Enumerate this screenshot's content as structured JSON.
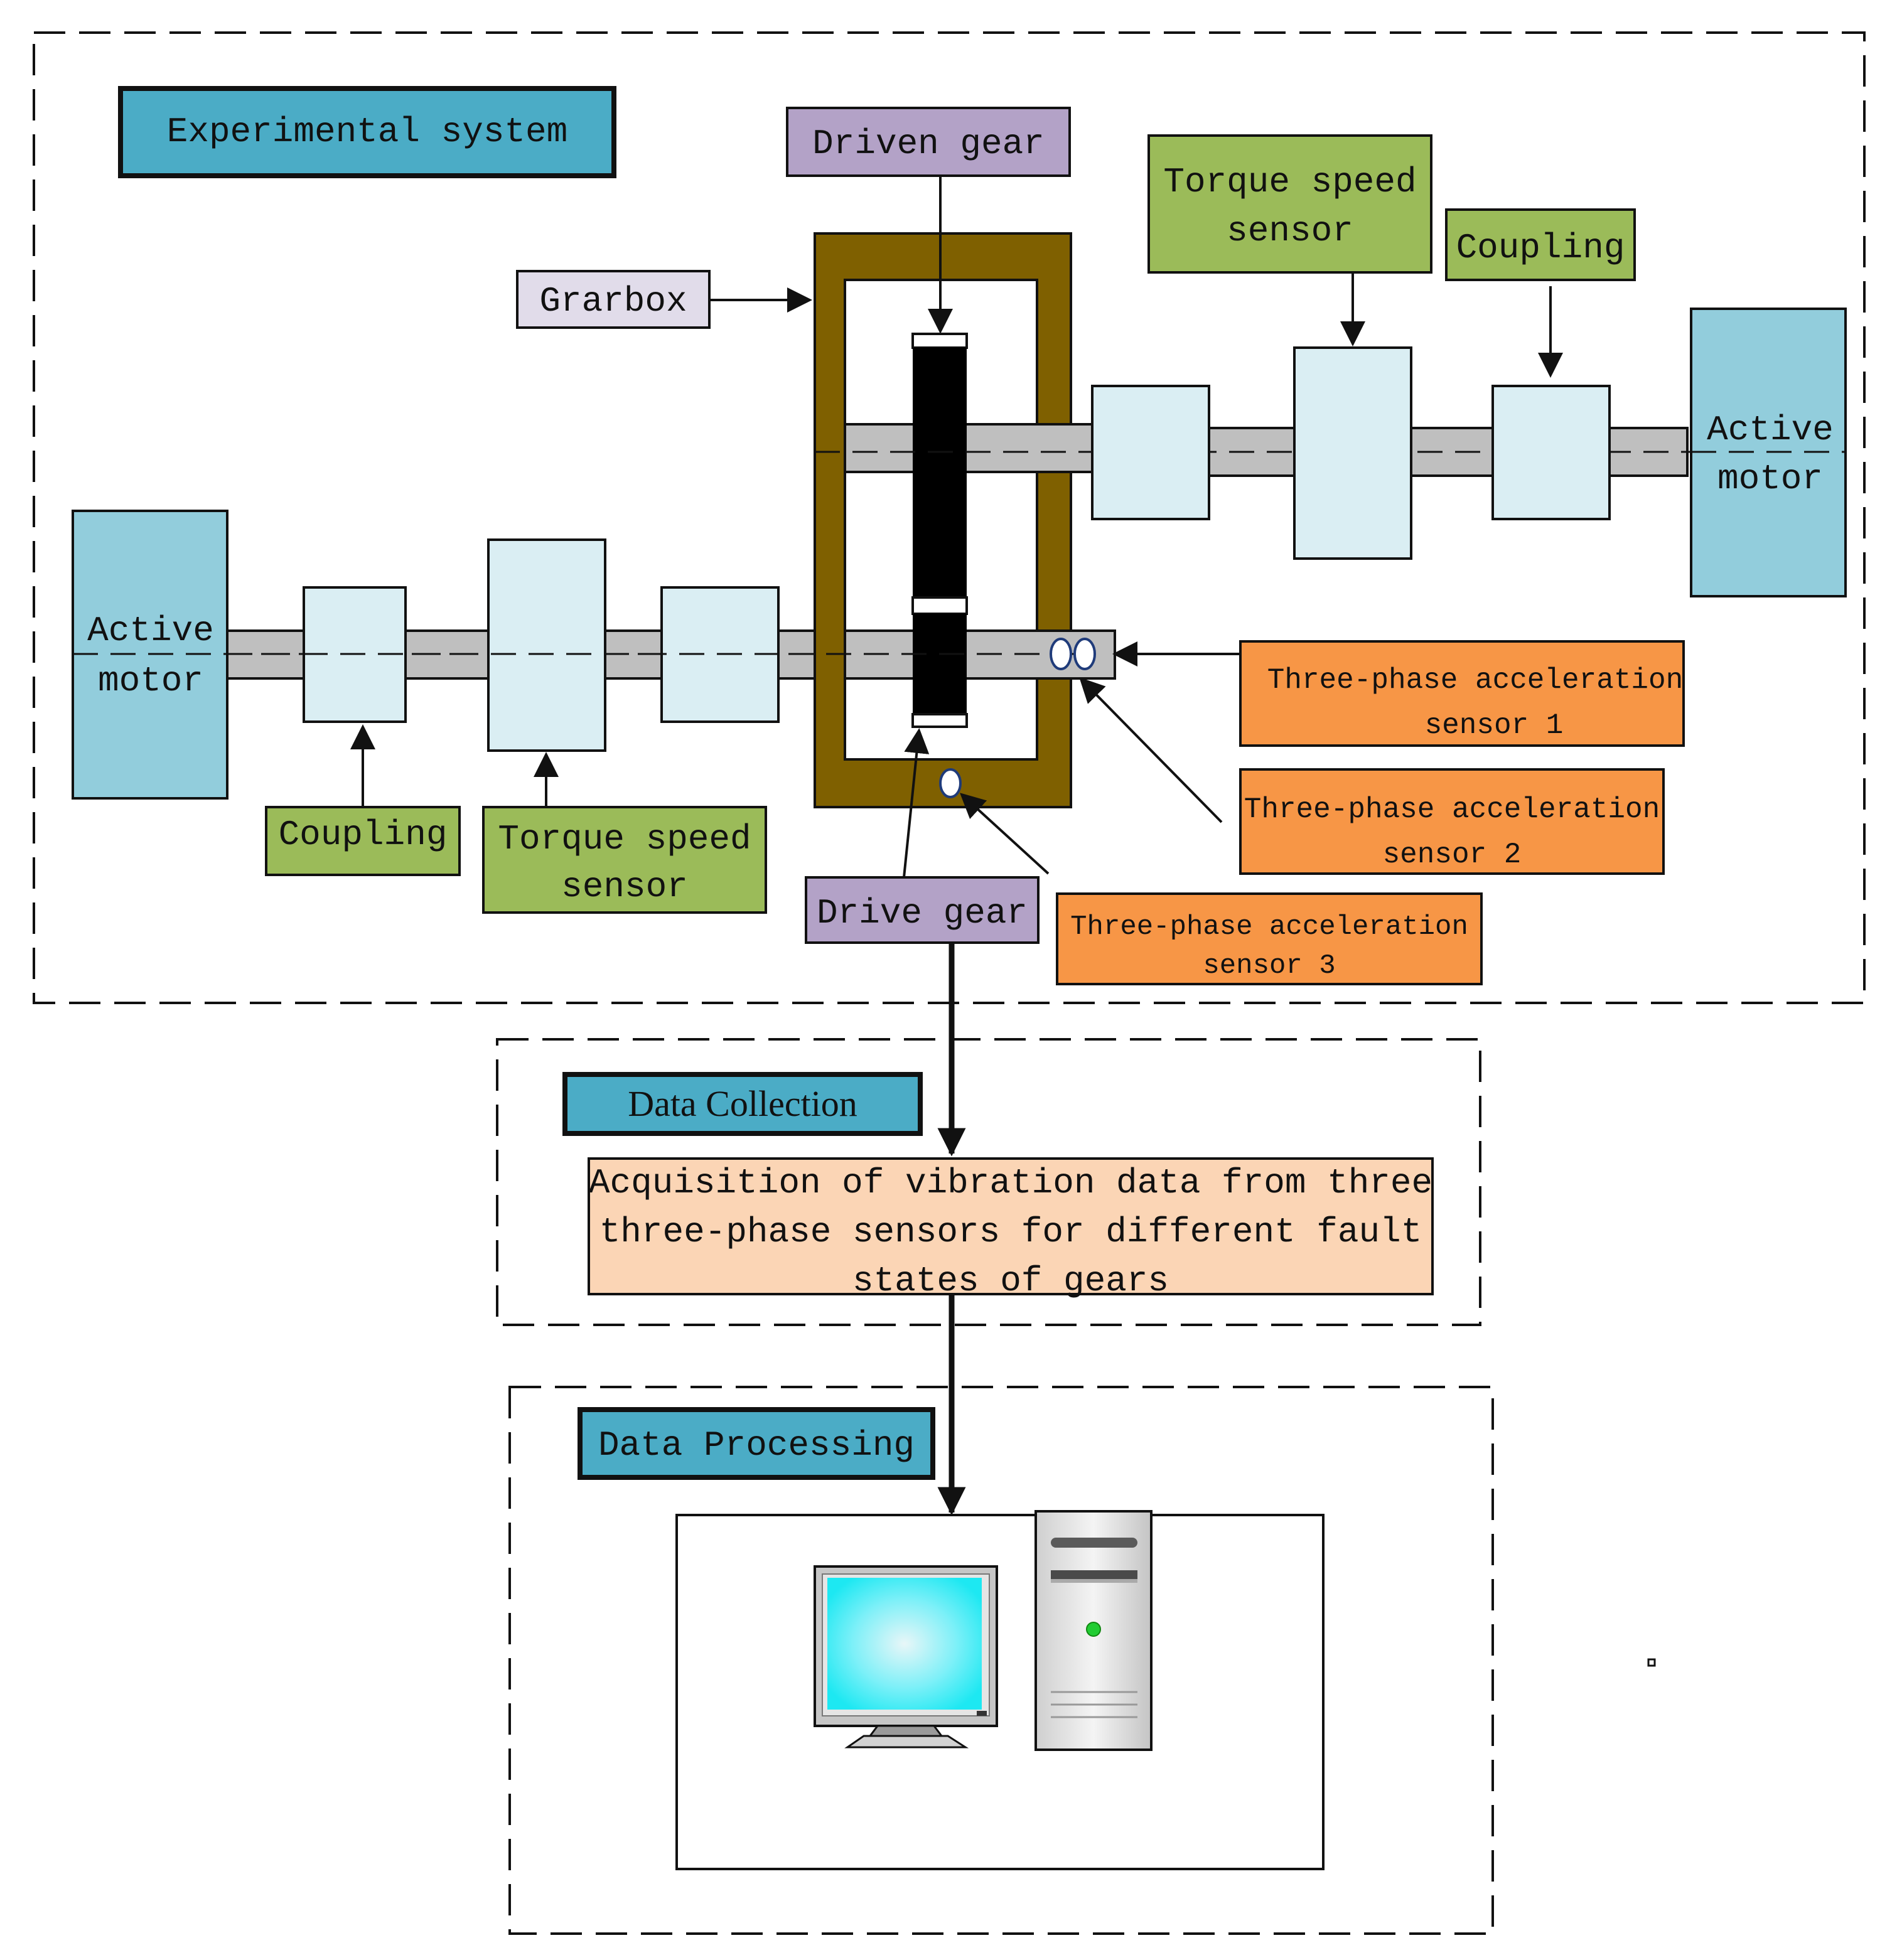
{
  "sections": {
    "experimental": "Experimental system",
    "collection": "Data Collection",
    "processing": "Data Processing"
  },
  "labels": {
    "driven_gear": "Driven gear",
    "gearbox": "Grarbox",
    "drive_gear": "Drive gear",
    "torque_right_1": "Torque speed",
    "torque_right_2": "sensor",
    "coupling_right": "Coupling",
    "motor_right_1": "Active",
    "motor_right_2": "motor",
    "motor_left_1": "Active",
    "motor_left_2": "motor",
    "coupling_left": "Coupling",
    "torque_left_1": "Torque speed",
    "torque_left_2": "sensor",
    "sensor1_1": "Three-phase acceleration",
    "sensor1_2": "sensor 1",
    "sensor2_1": "Three-phase acceleration",
    "sensor2_2": "sensor 2",
    "sensor3_1": "Three-phase acceleration",
    "sensor3_2": "sensor 3",
    "acquisition_1": "Acquisition of vibration data from three",
    "acquisition_2": "three-phase sensors for different fault",
    "acquisition_3": "states of gears"
  },
  "colors": {
    "teal_header": "#4bacc6",
    "light_blue": "#92cddc",
    "pale_blue": "#daeef3",
    "green": "#9bbb59",
    "purple": "#b3a2c7",
    "lavender": "#e1dcea",
    "orange": "#f79646",
    "peach": "#fbd5b5",
    "gearbox_brown": "#7f6000",
    "shaft_gray": "#bfbfbf"
  },
  "icons": [
    "monitor-icon",
    "computer-tower-icon"
  ]
}
